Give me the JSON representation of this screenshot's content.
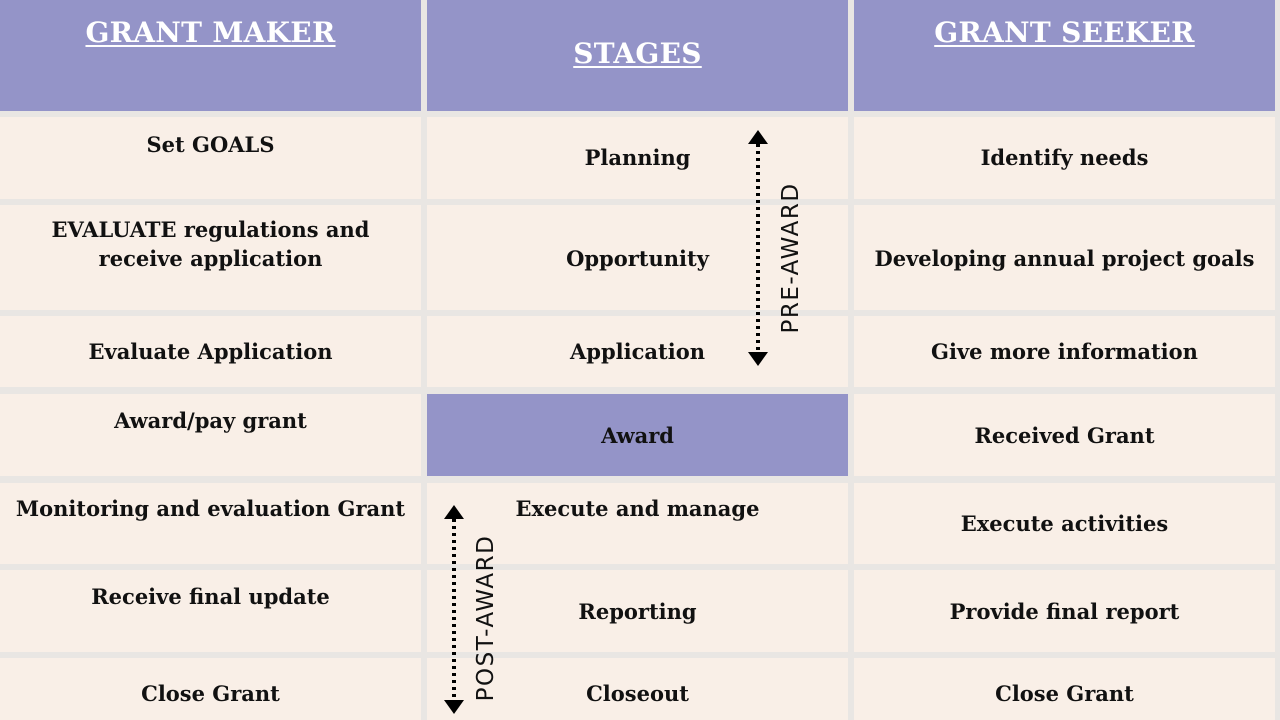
{
  "headers": {
    "grant_maker": "GRANT MAKER",
    "stages": "STAGES",
    "grant_seeker": "GRANT SEEKER"
  },
  "rows": [
    {
      "maker": "Set GOALS",
      "stage": "Planning",
      "seeker": "Identify needs"
    },
    {
      "maker": "EVALUATE regulations and receive application",
      "stage": "Opportunity",
      "seeker": "Developing annual project goals"
    },
    {
      "maker": "Evaluate Application",
      "stage": "Application",
      "seeker": "Give more information"
    },
    {
      "maker": "Award/pay grant",
      "stage": "Award",
      "seeker": "Received Grant"
    },
    {
      "maker": "Monitoring and evaluation Grant",
      "stage": "Execute and manage",
      "seeker": "Execute activities"
    },
    {
      "maker": "Receive final update",
      "stage": "Reporting",
      "seeker": "Provide final report"
    },
    {
      "maker": "Close Grant",
      "stage": "Closeout",
      "seeker": "Close Grant"
    }
  ],
  "phase_labels": {
    "pre_award": "PRE-AWARD",
    "post_award": "POST-AWARD"
  },
  "colors": {
    "header_bg": "#9494c8",
    "cell_bg": "#f9efe7",
    "grid": "#e9e6e3",
    "award_highlight": "#9494c8"
  }
}
